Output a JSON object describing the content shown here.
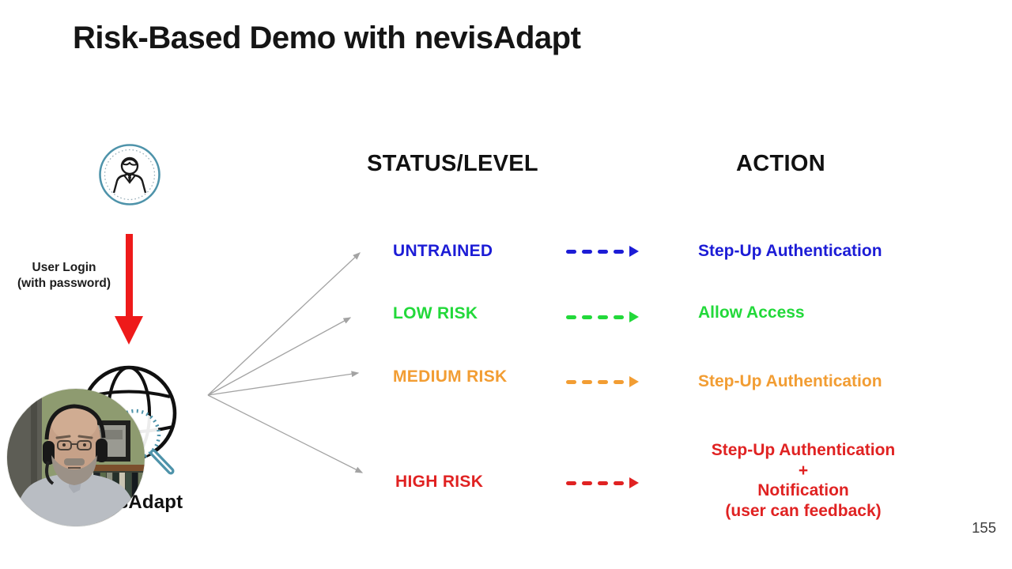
{
  "slide": {
    "title": "Risk-Based Demo with nevisAdapt",
    "page_number": "155"
  },
  "flow": {
    "login_line1": "User Login",
    "login_line2": "(with password)",
    "product_label": "nevisAdapt",
    "icons": {
      "user": "user-icon",
      "risk_engine": "globe-magnifier-icon",
      "flow_arrow": "red-down-arrow-icon",
      "fan_arrows": "gray-fanout-arrows-icon",
      "webcam": "presenter-webcam-video"
    }
  },
  "risk_table": {
    "status_header": "STATUS/LEVEL",
    "action_header": "ACTION",
    "rows": [
      {
        "status": "UNTRAINED",
        "color": "#1c1cd6",
        "action_lines": [
          "Step-Up Authentication"
        ]
      },
      {
        "status": "LOW RISK",
        "color": "#22d93a",
        "action_lines": [
          "Allow Access"
        ]
      },
      {
        "status": "MEDIUM RISK",
        "color": "#f29d33",
        "action_lines": [
          "Step-Up Authentication"
        ]
      },
      {
        "status": "HIGH RISK",
        "color": "#e02222",
        "action_lines": [
          "Step-Up Authentication",
          "+",
          "Notification",
          "(user can feedback)"
        ]
      }
    ]
  },
  "colors": {
    "flow_arrow_red": "#ee1a1a",
    "icon_teal": "#4e93aa",
    "fan_arrow_gray": "#a3a3a3",
    "title_text": "#151515"
  }
}
